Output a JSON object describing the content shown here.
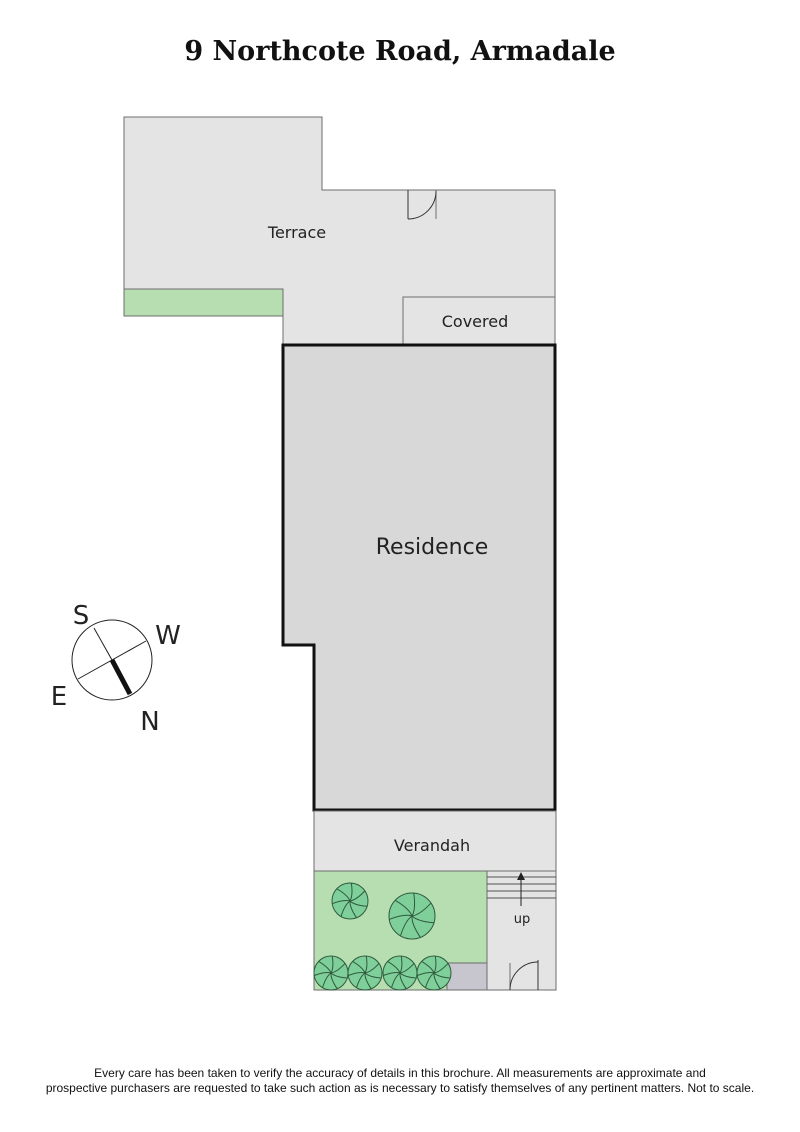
{
  "title": "9 Northcote Road, Armadale",
  "rooms": {
    "terrace": "Terrace",
    "covered": "Covered",
    "residence": "Residence",
    "verandah": "Verandah",
    "stairs": "up"
  },
  "compass": {
    "s": "S",
    "w": "W",
    "e": "E",
    "n": "N"
  },
  "disclaimer": {
    "line1": "Every care has been taken to verify the accuracy of details in this brochure. All measurements are approximate and",
    "line2": "prospective purchasers are requested to take such action as is necessary to satisfy themselves of any pertinent matters. Not to scale."
  },
  "colors": {
    "floor": "#e4e4e4",
    "residence": "#d9d8d8",
    "lawn": "#b7deb0",
    "shrub": "#7fcf9b",
    "paving": "#c7c5ce"
  }
}
